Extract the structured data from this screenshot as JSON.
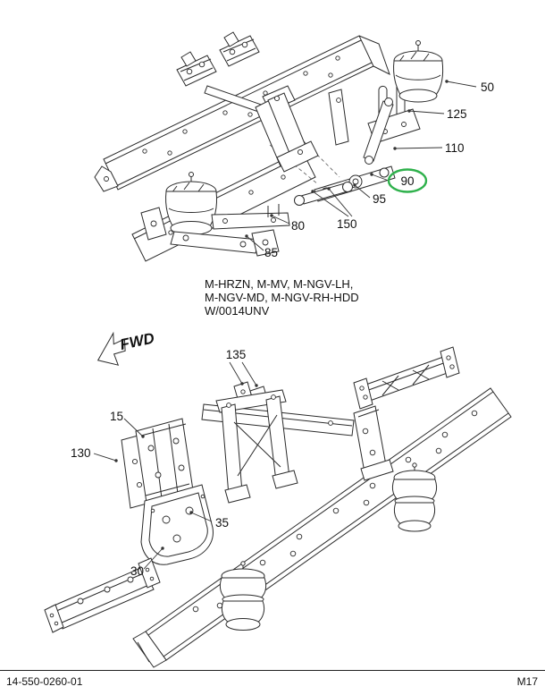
{
  "colors": {
    "highlight_circle": "#2fb14c",
    "line_art": "#2b2b2b"
  },
  "fwd_label": "FWD",
  "caption": {
    "line1": "M-HRZN, M-MV, M-NGV-LH,",
    "line2": "M-NGV-MD, M-NGV-RH-HDD",
    "line3": "W/0014UNV"
  },
  "footer": {
    "doc_number": "14-550-0260-01",
    "page_code": "M17"
  },
  "top_diagram": {
    "callouts": [
      {
        "label": "50",
        "highlighted": false
      },
      {
        "label": "125",
        "highlighted": false
      },
      {
        "label": "110",
        "highlighted": false
      },
      {
        "label": "90",
        "highlighted": true
      },
      {
        "label": "95",
        "highlighted": false
      },
      {
        "label": "150",
        "highlighted": false
      },
      {
        "label": "80",
        "highlighted": false
      },
      {
        "label": "85",
        "highlighted": false
      }
    ]
  },
  "bottom_diagram": {
    "callouts": [
      {
        "label": "135",
        "highlighted": false
      },
      {
        "label": "15",
        "highlighted": false
      },
      {
        "label": "130",
        "highlighted": false
      },
      {
        "label": "35",
        "highlighted": false
      },
      {
        "label": "30",
        "highlighted": false
      }
    ]
  }
}
